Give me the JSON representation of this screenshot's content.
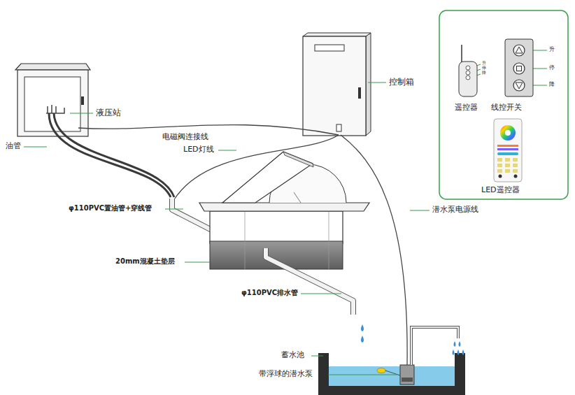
{
  "diagram": {
    "labels": [
      "液压站",
      "控制箱",
      "电磁阀连接线",
      "油管",
      "LED灯线",
      "φ110PVC置油管+穿线管",
      "20mm混凝土垫层",
      "φ110PVC排水管",
      "蓄水池",
      "带浮球的潜水泵",
      "潜水泵电源线",
      "遥控器",
      "线控开关",
      "LED遥控器",
      "升",
      "停",
      "降",
      "升",
      "停",
      "降"
    ]
  }
}
